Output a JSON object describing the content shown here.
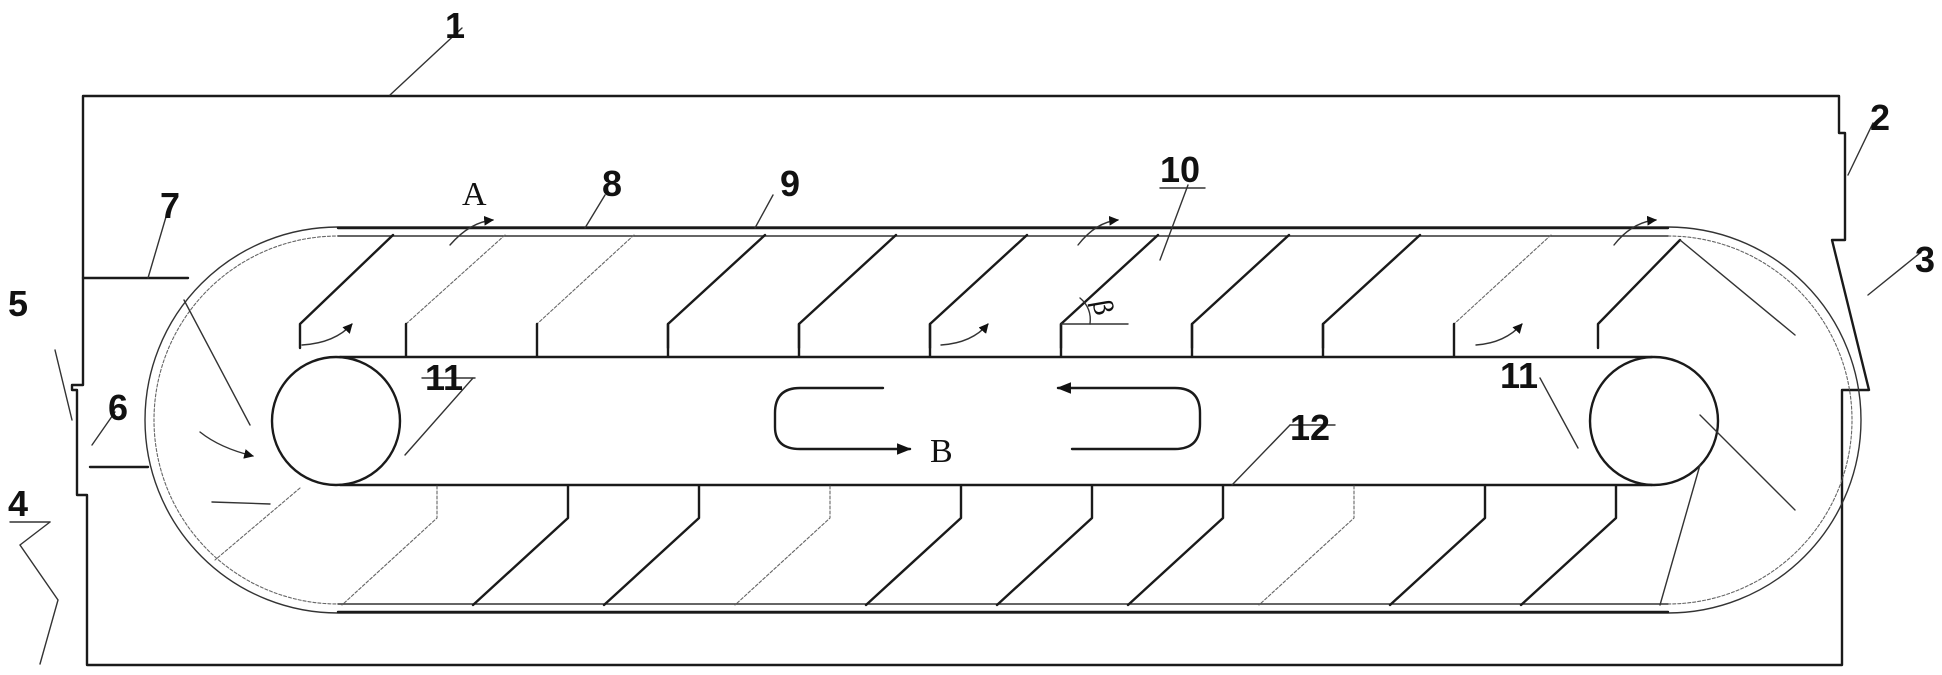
{
  "labels": {
    "n1": "1",
    "n2": "2",
    "n3": "3",
    "n4": "4",
    "n5": "5",
    "n6": "6",
    "n7": "7",
    "n8": "8",
    "n9": "9",
    "n10": "10",
    "n11_left": "11",
    "n11_right": "11",
    "n12": "12",
    "A": "A",
    "B": "B",
    "beta": "β"
  },
  "colors": {
    "line": "#1a1a1a",
    "background": "#ffffff"
  }
}
